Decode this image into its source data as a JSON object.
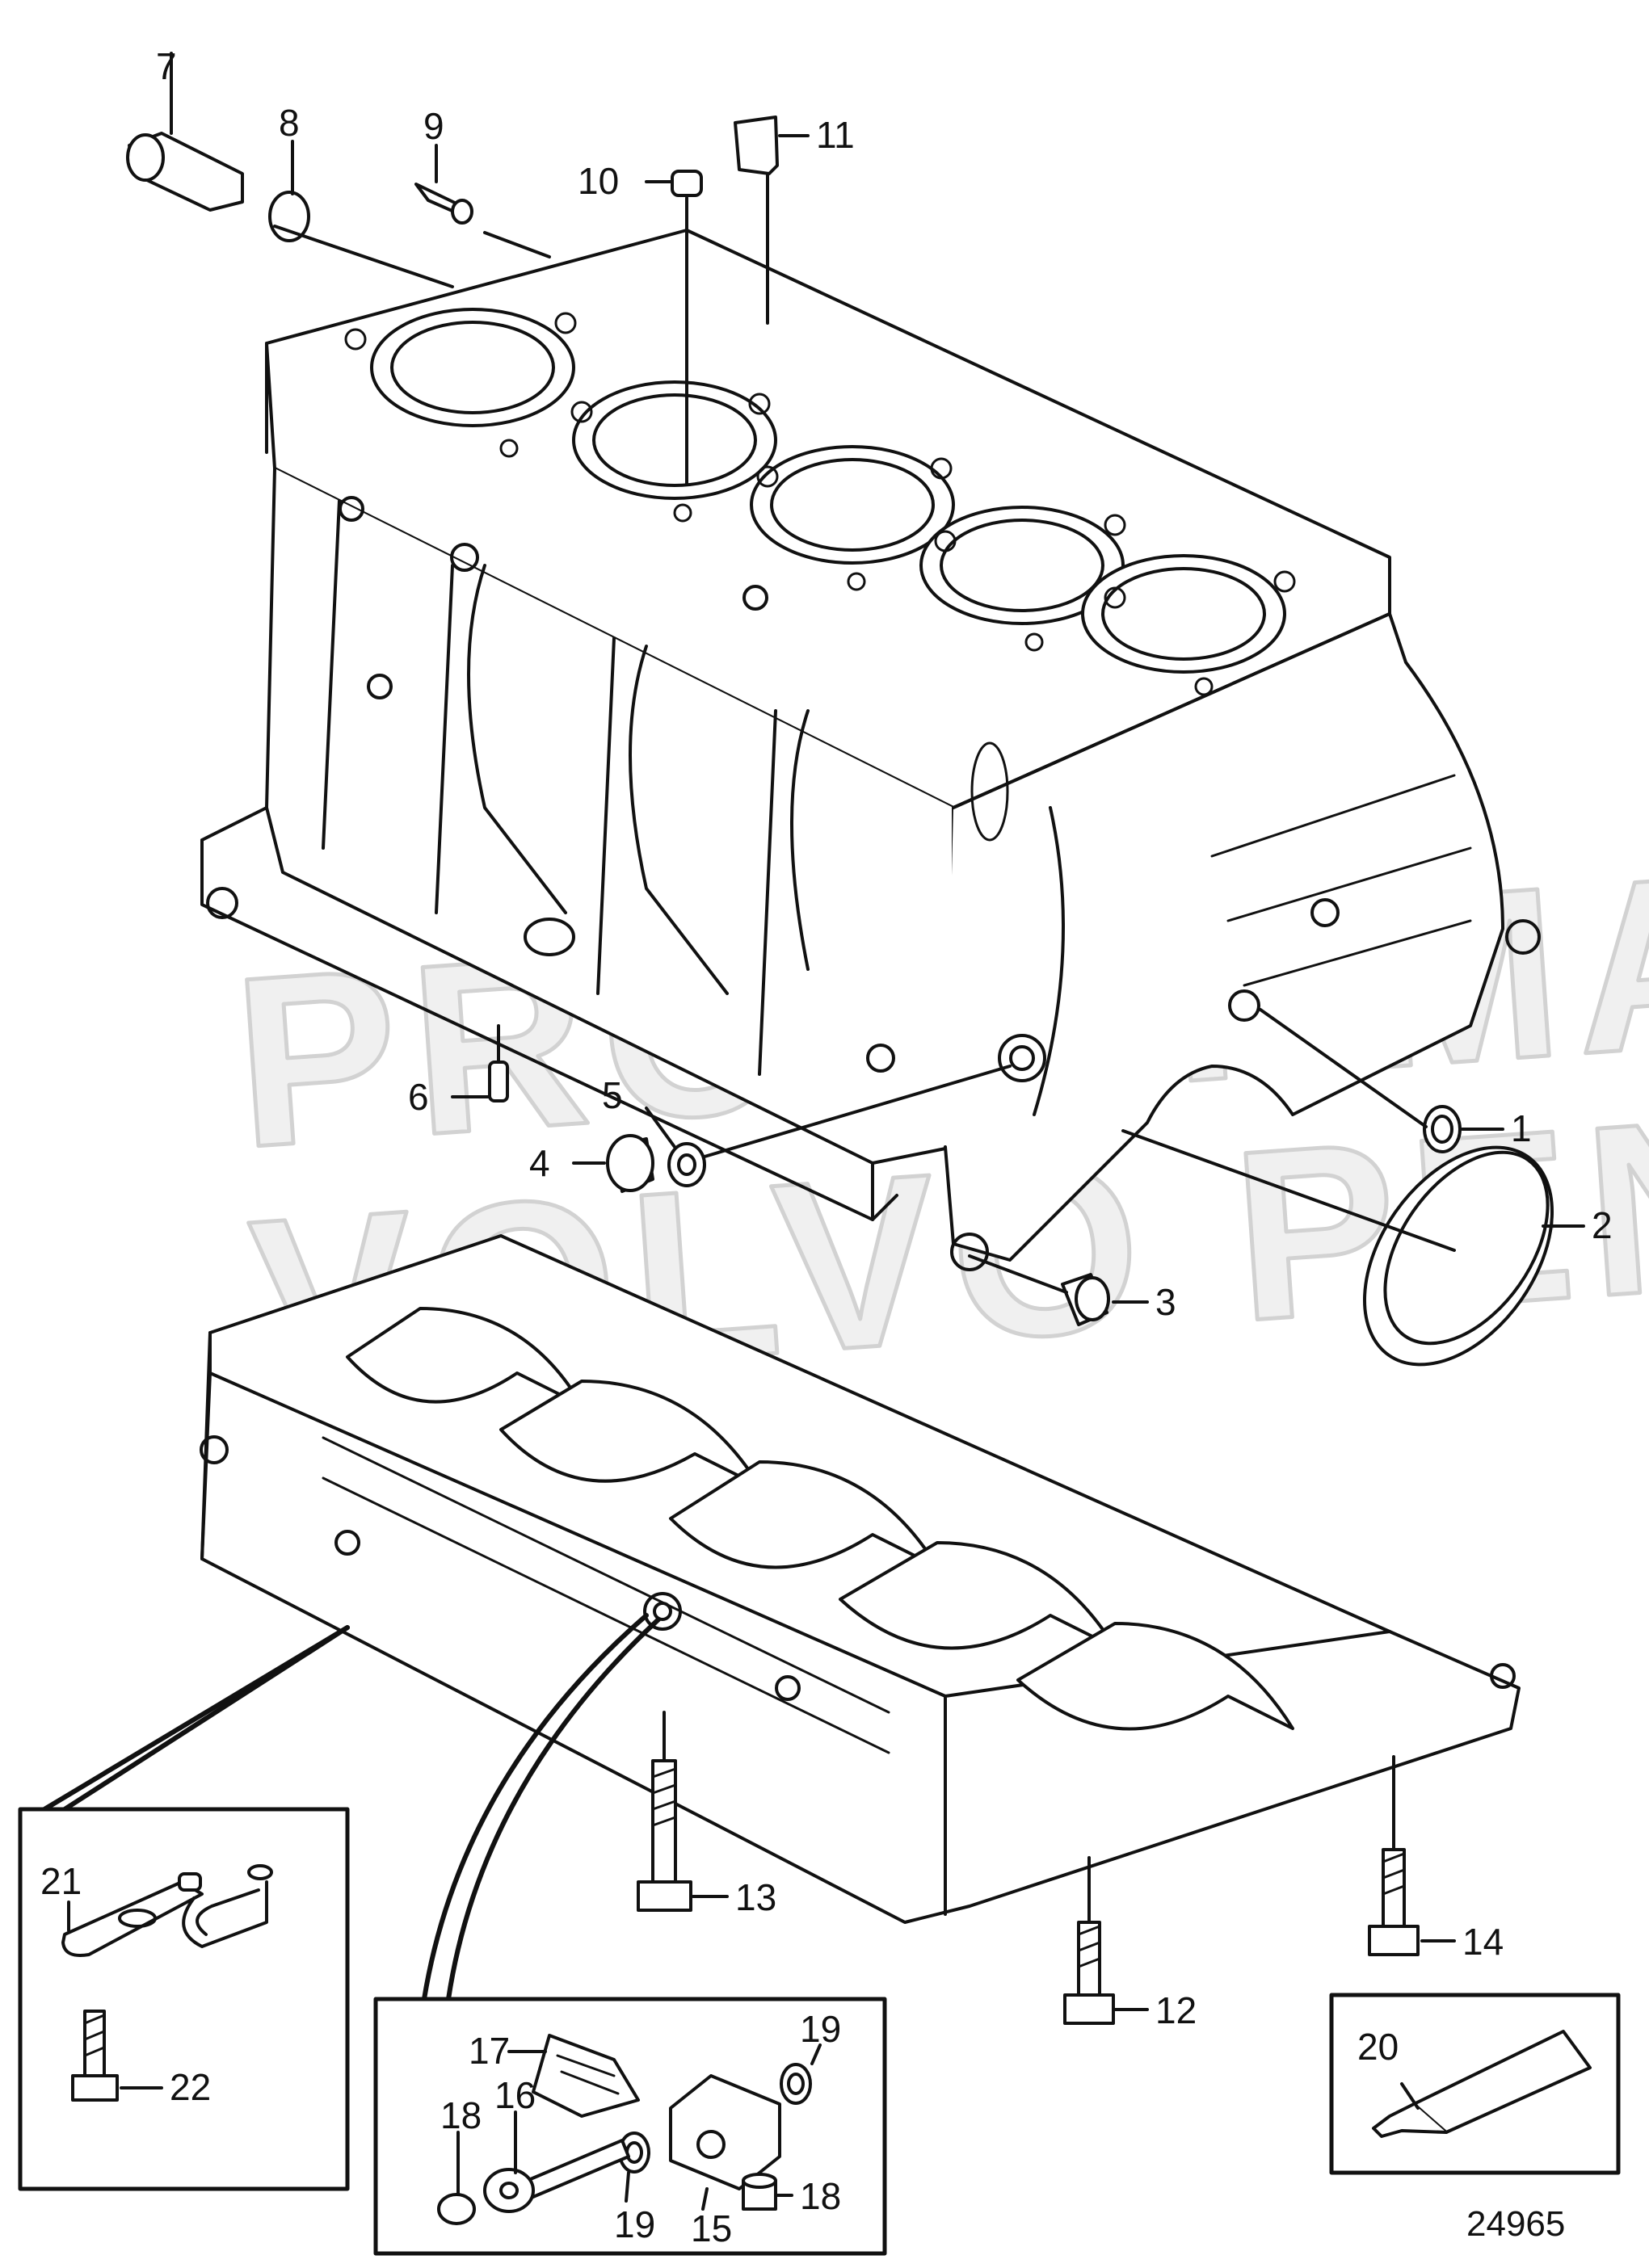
{
  "diagram": {
    "reference_number": "24965",
    "watermark": [
      "PROFORMA",
      "VOLVO PENTA"
    ],
    "callouts": [
      {
        "n": "1"
      },
      {
        "n": "2"
      },
      {
        "n": "3"
      },
      {
        "n": "4"
      },
      {
        "n": "5"
      },
      {
        "n": "6"
      },
      {
        "n": "7"
      },
      {
        "n": "8"
      },
      {
        "n": "9"
      },
      {
        "n": "10"
      },
      {
        "n": "11"
      },
      {
        "n": "12"
      },
      {
        "n": "13"
      },
      {
        "n": "14"
      },
      {
        "n": "15"
      },
      {
        "n": "16"
      },
      {
        "n": "17"
      },
      {
        "n": "18"
      },
      {
        "n": "18"
      },
      {
        "n": "19"
      },
      {
        "n": "19"
      },
      {
        "n": "20"
      },
      {
        "n": "21"
      },
      {
        "n": "22"
      }
    ]
  }
}
